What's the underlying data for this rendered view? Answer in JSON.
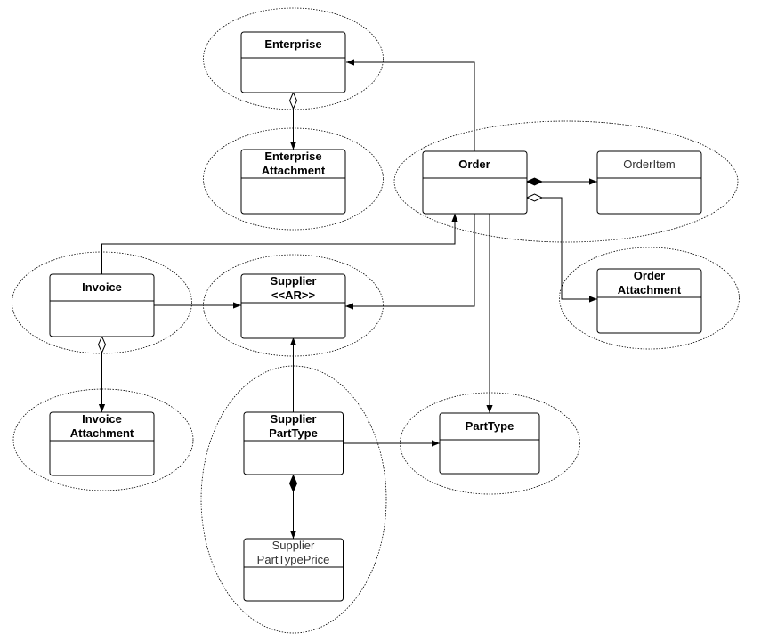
{
  "diagram": {
    "classes": {
      "enterprise": {
        "lines": [
          "Enterprise"
        ],
        "bold": true
      },
      "enterprise_attachment": {
        "lines": [
          "Enterprise",
          "Attachment"
        ],
        "bold": true
      },
      "order": {
        "lines": [
          "Order"
        ],
        "bold": true
      },
      "order_item": {
        "lines": [
          "OrderItem"
        ],
        "bold": false
      },
      "order_attachment": {
        "lines": [
          "Order",
          "Attachment"
        ],
        "bold": true
      },
      "invoice": {
        "lines": [
          "Invoice"
        ],
        "bold": true
      },
      "supplier": {
        "lines": [
          "Supplier",
          "<<AR>>"
        ],
        "bold": true
      },
      "invoice_attachment": {
        "lines": [
          "Invoice",
          "Attachment"
        ],
        "bold": true
      },
      "supplier_part_type": {
        "lines": [
          "Supplier",
          "PartType"
        ],
        "bold": true
      },
      "part_type": {
        "lines": [
          "PartType"
        ],
        "bold": true
      },
      "supplier_part_type_price": {
        "lines": [
          "Supplier",
          "PartTypePrice"
        ],
        "bold": false
      }
    }
  }
}
